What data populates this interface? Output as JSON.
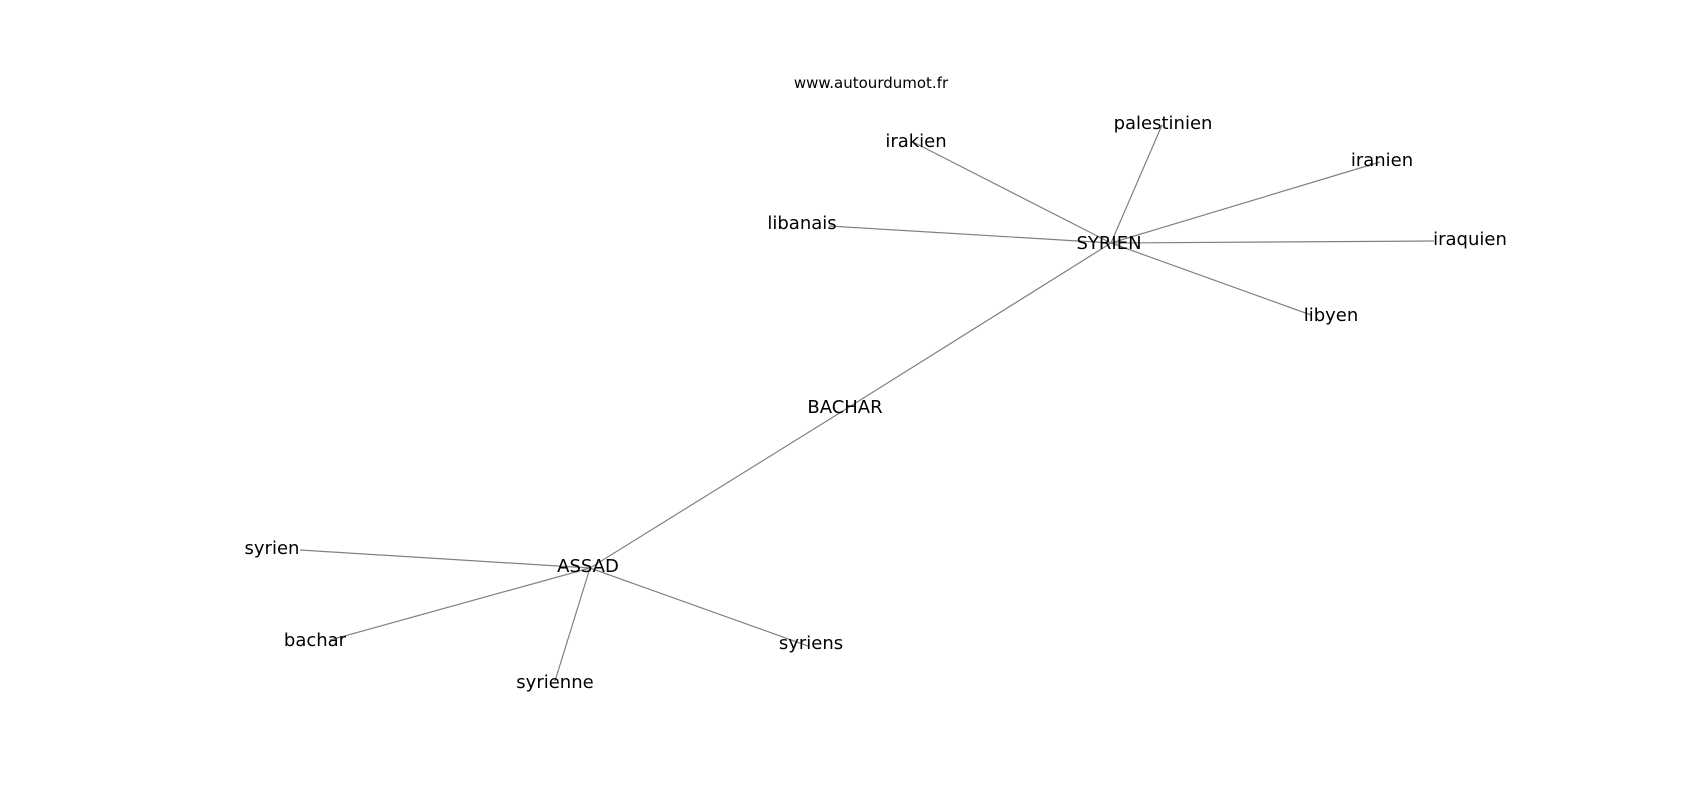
{
  "site": "www.autourdumot.fr",
  "graph": {
    "nodes": [
      {
        "id": "syrien_hub",
        "label": "SYRIEN"
      },
      {
        "id": "bachar_hub",
        "label": "BACHAR"
      },
      {
        "id": "assad_hub",
        "label": "ASSAD"
      },
      {
        "id": "irakien",
        "label": "irakien"
      },
      {
        "id": "palestinien",
        "label": "palestinien"
      },
      {
        "id": "iranien",
        "label": "iranien"
      },
      {
        "id": "libanais",
        "label": "libanais"
      },
      {
        "id": "iraquien",
        "label": "iraquien"
      },
      {
        "id": "libyen",
        "label": "libyen"
      },
      {
        "id": "syrien",
        "label": "syrien"
      },
      {
        "id": "bachar",
        "label": "bachar"
      },
      {
        "id": "syrienne",
        "label": "syrienne"
      },
      {
        "id": "syriens",
        "label": "syriens"
      }
    ],
    "edges": [
      {
        "from": "syrien_hub",
        "to": "irakien"
      },
      {
        "from": "syrien_hub",
        "to": "palestinien"
      },
      {
        "from": "syrien_hub",
        "to": "iranien"
      },
      {
        "from": "syrien_hub",
        "to": "libanais"
      },
      {
        "from": "syrien_hub",
        "to": "iraquien"
      },
      {
        "from": "syrien_hub",
        "to": "libyen"
      },
      {
        "from": "syrien_hub",
        "to": "bachar_hub"
      },
      {
        "from": "bachar_hub",
        "to": "assad_hub"
      },
      {
        "from": "assad_hub",
        "to": "syrien"
      },
      {
        "from": "assad_hub",
        "to": "bachar"
      },
      {
        "from": "assad_hub",
        "to": "syrienne"
      },
      {
        "from": "assad_hub",
        "to": "syriens"
      }
    ]
  }
}
